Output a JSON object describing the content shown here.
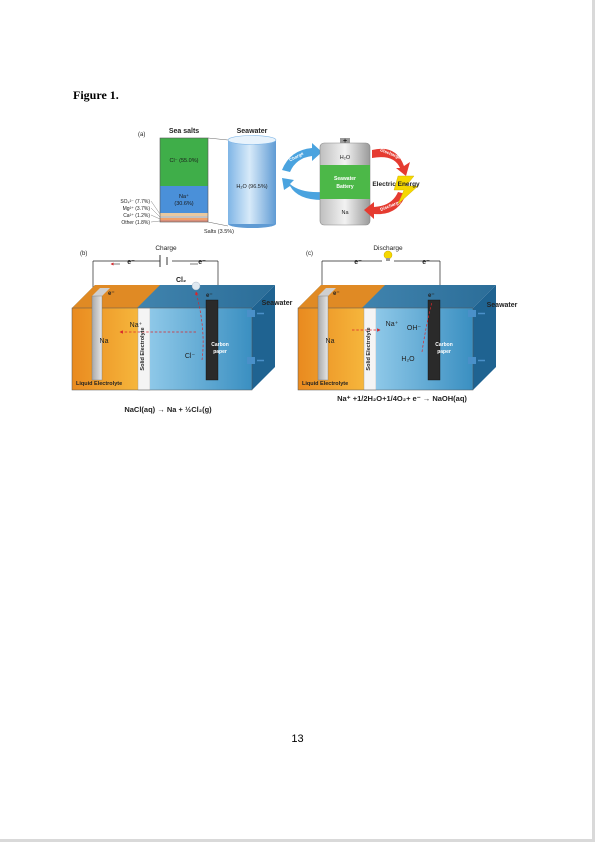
{
  "figure_label": "Figure 1.",
  "page_number": "13",
  "panel_a": {
    "tag": "(a)",
    "sea_salts_title": "Sea salts",
    "seawater_title": "Seawater",
    "cl_label": "Cl⁻ (55.0%)",
    "na_label_1": "Na⁺",
    "na_label_2": "(30.6%)",
    "so4_label": "SO₄²⁻ (7.7%)",
    "mg_label": "Mg²⁺ (3.7%)",
    "ca_label": "Ca²⁺ (1.2%)",
    "other_label": "Other (1.8%)",
    "salts_label": "Salts (3.5%)",
    "h2o_label": "H₂O (96.5%)",
    "battery_top": "H₂O",
    "battery_mid_1": "Seawater",
    "battery_mid_2": "Battery",
    "battery_bottom": "Na",
    "battery_plus": "+",
    "arrow_charge": "Charge",
    "arrow_discharge": "Discharge",
    "electric_energy": "Electric Energy",
    "colors": {
      "cl": "#3fae49",
      "na": "#4a90d9",
      "battery_green": "#4cb848",
      "charge_arrow": "#4aa3df",
      "discharge_arrow": "#e53b30",
      "bolt": "#f5d800"
    }
  },
  "panel_b": {
    "tag": "(b)",
    "mode": "Charge",
    "e_left": "e⁻",
    "e_right": "e⁻",
    "cl2": "Cl₂",
    "e_inner_left": "e⁻",
    "e_inner_right": "e⁻",
    "na_electrode": "Na",
    "na_ion": "Na⁺",
    "cl_ion": "Cl⁻",
    "carbon_1": "Carbon",
    "carbon_2": "paper",
    "solid_electrolyte": "Solid Electrolyte",
    "liquid_electrolyte": "Liquid Electrolyte",
    "seawater": "Seawater",
    "equation": "NaCl(aq) → Na + ½Cl₂(g)"
  },
  "panel_c": {
    "tag": "(c)",
    "mode": "Discharge",
    "e_left": "e⁻",
    "e_right": "e⁻",
    "e_inner_left": "e⁻",
    "e_inner_right": "e⁻",
    "na_electrode": "Na",
    "na_ion": "Na⁺",
    "oh_ion": "OH⁻",
    "h2o": "H₂O",
    "carbon_1": "Carbon",
    "carbon_2": "paper",
    "solid_electrolyte": "Solid Electrolyte",
    "liquid_electrolyte": "Liquid Electrolyte",
    "seawater": "Seawater",
    "equation": "Na⁺ +1/2H₂O+1/4O₂+ e⁻ → NaOH(aq)"
  }
}
